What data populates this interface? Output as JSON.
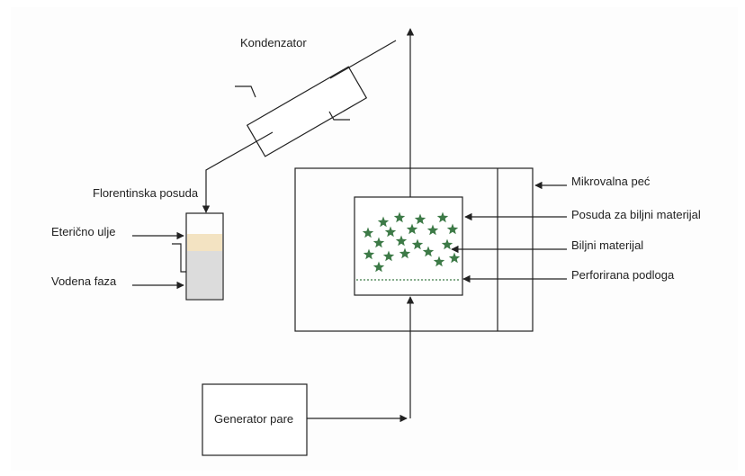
{
  "labels": {
    "condenser": "Kondenzator",
    "florentine_flask": "Florentinska posuda",
    "essential_oil": "Eterično ulje",
    "water_phase": "Vodena faza",
    "microwave_oven": "Mikrovalna peć",
    "plant_container": "Posuda za biljni materijal",
    "plant_material": "Biljni materijal",
    "perforated_base": "Perforirana podloga",
    "steam_generator": "Generator pare"
  },
  "colors": {
    "line": "#222222",
    "oil_layer": "#f3e3c2",
    "water_layer": "#dcdcdc",
    "plant_material": "#3d7a47"
  },
  "plant_material_marks": {
    "count": 20,
    "icon": "star-icon"
  }
}
